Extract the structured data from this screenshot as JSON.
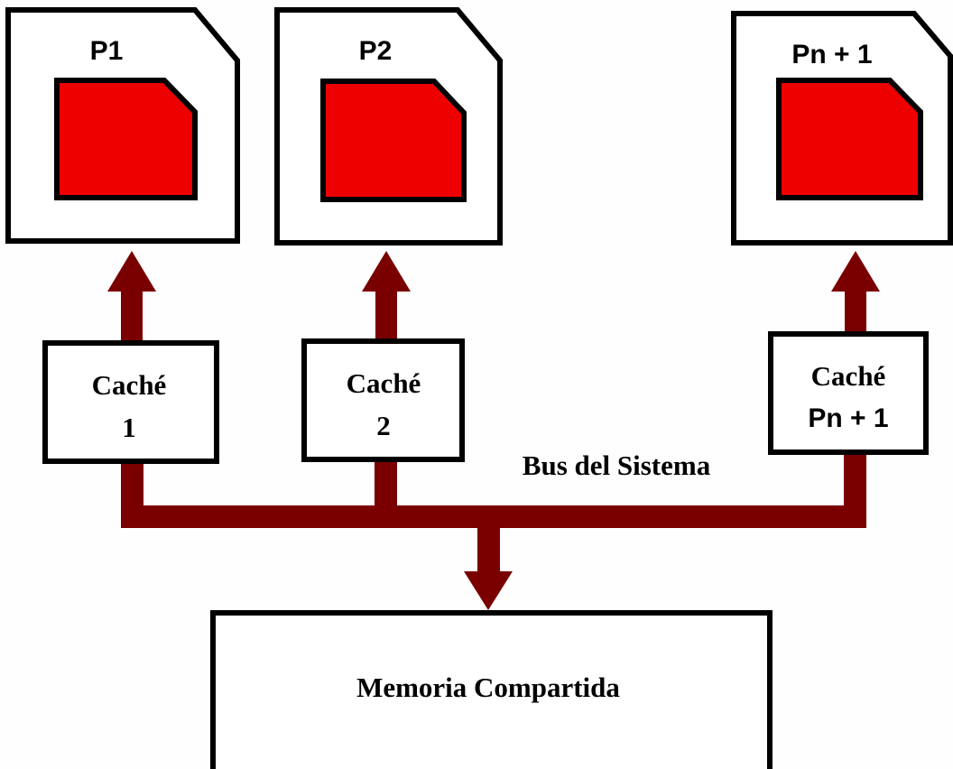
{
  "colors": {
    "background": "#fefefe",
    "outline": "#000000",
    "chip_fill": "#ee0000",
    "bus": "#7a0000"
  },
  "processors": [
    {
      "label": "P1"
    },
    {
      "label": "P2"
    },
    {
      "label": "Pn + 1"
    }
  ],
  "caches": [
    {
      "line1": "Caché",
      "line2": "1"
    },
    {
      "line1": "Caché",
      "line2": "2"
    },
    {
      "line1": "Caché",
      "line2": "Pn + 1"
    }
  ],
  "bus_label": "Bus del Sistema",
  "memory_label": "Memoria Compartida"
}
